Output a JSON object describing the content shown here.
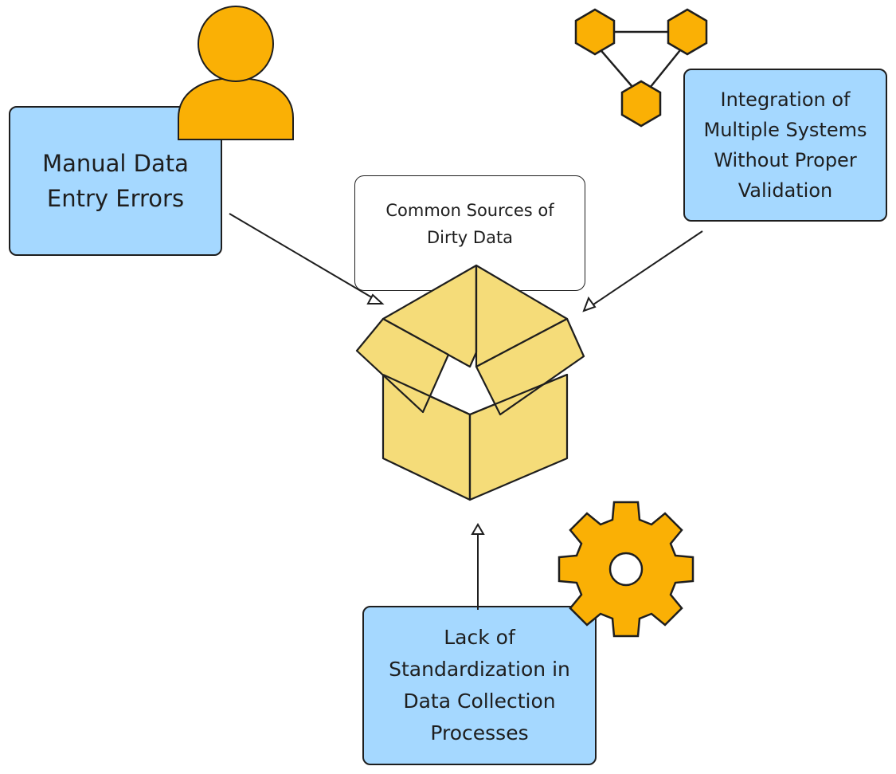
{
  "diagram": {
    "title": "Common Sources of\nDirty Data",
    "nodes": [
      {
        "id": "manual",
        "label": "Manual Data\nEntry Errors",
        "icon": "person-icon"
      },
      {
        "id": "integration",
        "label": "Integration of\nMultiple Systems\nWithout Proper\nValidation",
        "icon": "network-hexagons-icon"
      },
      {
        "id": "standardization",
        "label": "Lack of\nStandardization in\nData Collection\nProcesses",
        "icon": "gear-icon"
      }
    ],
    "center_icon": "open-box-icon",
    "edges": [
      {
        "from": "manual",
        "to": "center"
      },
      {
        "from": "integration",
        "to": "center"
      },
      {
        "from": "standardization",
        "to": "center"
      }
    ]
  },
  "colors": {
    "node_fill": "#a5d8ff",
    "icon_fill": "#fab005",
    "box_fill": "#f5dc79",
    "stroke": "#1e1e1e"
  }
}
